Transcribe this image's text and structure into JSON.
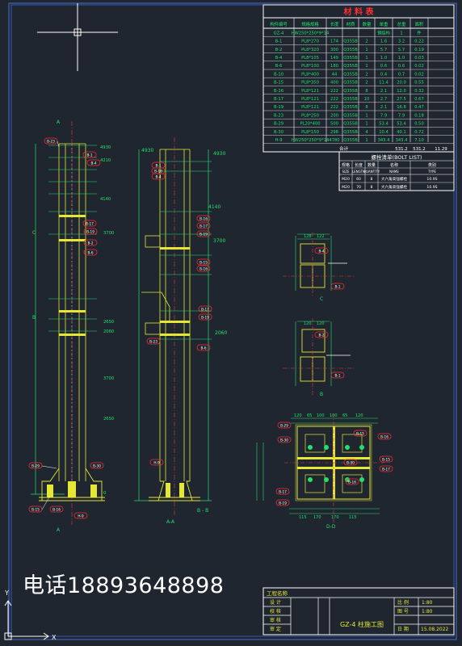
{
  "contact": {
    "phone": "电话18893648898"
  },
  "colors": {
    "background": "#1f2630",
    "frame": "#4a6fd0",
    "table": "#ffffff",
    "green_text": "#22e06a",
    "yellow_line": "#e6e635",
    "red_tag": "#ff2a2a",
    "cyan_line": "#36d6e6"
  },
  "material_table": {
    "title": "材 料 表",
    "headers": [
      "构件编号",
      "规格规格",
      "长度",
      "材质",
      "数量",
      "单重",
      "总重",
      "面积"
    ],
    "rows": [
      [
        "GZ-4",
        "HW250*250*9*14",
        "",
        "",
        "",
        "钢结构",
        "1",
        "件"
      ],
      [
        "B-1",
        "PL8*270",
        "174",
        "Q355B",
        "2",
        "1.6",
        "3.2",
        "0.22"
      ],
      [
        "B-2",
        "PL8*320",
        "300",
        "Q355B",
        "1",
        "5.7",
        "5.7",
        "0.19"
      ],
      [
        "B-4",
        "PL8*105",
        "149",
        "Q355B",
        "1",
        "1.0",
        "1.0",
        "0.03"
      ],
      [
        "B-6",
        "PL8*100",
        "180",
        "Q355B",
        "1",
        "0.6",
        "0.6",
        "0.02"
      ],
      [
        "B-10",
        "PL8*400",
        "44",
        "Q355B",
        "2",
        "0.4",
        "0.7",
        "0.02"
      ],
      [
        "B-15",
        "PL8*350",
        "400",
        "Q355B",
        "2",
        "11.4",
        "20.0",
        "0.55"
      ],
      [
        "B-16",
        "PL8*121",
        "222",
        "Q355B",
        "8",
        "2.1",
        "12.0",
        "0.32"
      ],
      [
        "B-17",
        "PL8*121",
        "222",
        "Q355B",
        "10",
        "2.7",
        "27.5",
        "0.67"
      ],
      [
        "B-19",
        "PL8*121",
        "222",
        "Q355B",
        "8",
        "2.1",
        "16.8",
        "0.47"
      ],
      [
        "B-23",
        "PL8*250",
        "200",
        "Q355B",
        "1",
        "7.9",
        "7.9",
        "0.18"
      ],
      [
        "B-29",
        "PL20*400",
        "500",
        "Q355B",
        "1",
        "53.4",
        "53.4",
        "0.50"
      ],
      [
        "B-30",
        "PL8*150",
        "298",
        "Q355B",
        "4",
        "10.4",
        "40.1",
        "0.72"
      ],
      [
        "H-9",
        "HW250*250*9*14",
        "4780",
        "Q355B",
        "1",
        "343.4",
        "343.4",
        "7.10"
      ]
    ],
    "total_label": "合计",
    "total_values": [
      "531.2",
      "531.2",
      "11.29"
    ]
  },
  "bolt_table": {
    "title": "螺栓清单(BOLT LIST)",
    "headers": [
      "规格",
      "长度",
      "数量",
      "名称",
      "类别"
    ],
    "subheaders": [
      "SIZE",
      "LENGTH",
      "QUANTITY",
      "NAME",
      "TYPE"
    ],
    "rows": [
      [
        "M20",
        "60",
        "8",
        "大六角高强螺栓",
        "10.9S"
      ],
      [
        "M20",
        "70",
        "8",
        "大六角高强螺栓",
        "10.9S"
      ]
    ]
  },
  "elevation_labels": {
    "dims_left": [
      "4930",
      "4210",
      "4140",
      "3700",
      "2650",
      "2060",
      "3700",
      "2650",
      "0"
    ],
    "section_marks": [
      "A",
      "A",
      "B",
      "B",
      "C",
      "C"
    ],
    "view_labels": [
      "A-A",
      "B-B",
      "C-C",
      "D-D"
    ]
  },
  "part_tags": {
    "left": [
      "B-23",
      "B-1",
      "B-4",
      "B-17",
      "B-19",
      "B-6",
      "B-2",
      "B-29",
      "B-30",
      "B-15",
      "B-16",
      "H-9"
    ],
    "middle": [
      "B-1",
      "B-10",
      "B-4",
      "B-16",
      "B-17",
      "B-19",
      "B-15",
      "B-16",
      "B-17",
      "B-19",
      "B-23",
      "B-6",
      "H-9"
    ],
    "detail_top": [
      "B-4",
      "B-1"
    ],
    "detail_mid": [
      "B-2",
      "B-1"
    ],
    "plan": [
      "B-29",
      "B-30",
      "B-15",
      "B-16",
      "B-17",
      "B-19",
      "B-30",
      "B-15",
      "B-16",
      "B-17"
    ]
  },
  "title_block": {
    "drawing_title": "GZ-4 柱施工图",
    "project_label": "工程名称",
    "rows_left": [
      "设 计",
      "校 核",
      "审 核",
      "审 定"
    ],
    "scale_label": "比 例",
    "scale_value": "1:80",
    "sheet_label": "图 号",
    "sheet_value": "1:80",
    "date_label": "日 期",
    "date_value": "15.08.2022"
  },
  "ucs": {
    "x_label": "X",
    "y_label": "Y"
  }
}
